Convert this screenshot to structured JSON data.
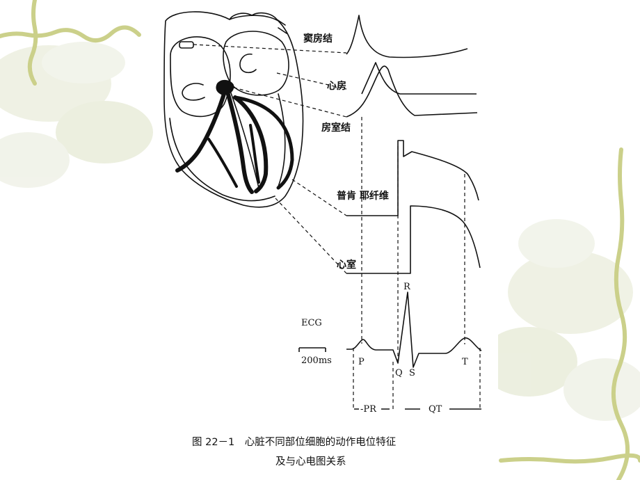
{
  "labels": {
    "sa_node": "窦房结",
    "atrium": "心房",
    "av_node": "房室结",
    "purkinje": "普肯 耶纤维",
    "ventricle": "心室"
  },
  "ecg": {
    "title": "ECG",
    "scale": "200ms",
    "p": "P",
    "q": "Q",
    "r": "R",
    "s": "S",
    "t": "T",
    "pr": "-PR",
    "qt": "QT"
  },
  "caption": {
    "line1": "图 22－1　心脏不同部位细胞的动作电位特征",
    "line2": "及与心电图关系"
  },
  "colors": {
    "page": "#ffffff",
    "decor_leaf": "#dfe3c8",
    "decor_vine": "#cdd28c",
    "ink": "#111111"
  }
}
